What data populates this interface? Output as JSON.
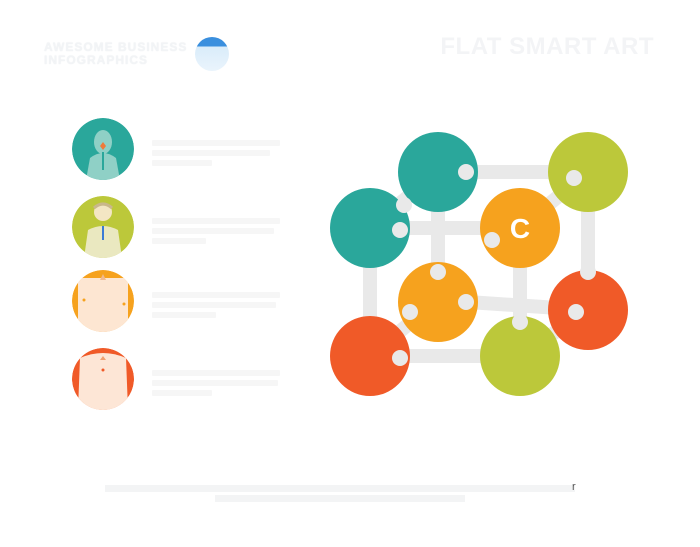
{
  "header": {
    "logo_line1": "AWESOME BUSINESS",
    "logo_line2": "INFOGRAPHICS",
    "title": "FLAT SMART ART",
    "badge_color": "#3a8fde"
  },
  "people": [
    {
      "name": "",
      "description": "",
      "avatar_color": "#2aa79b"
    },
    {
      "name": "",
      "description": "",
      "avatar_color": "#bcc83a"
    },
    {
      "name": "",
      "description": "",
      "avatar_color": "#f6a21e"
    },
    {
      "name": "",
      "description": "",
      "avatar_color": "#f05a28"
    }
  ],
  "diagram": {
    "center_label": "C",
    "node_colors": {
      "teal": "#2aa79b",
      "lime": "#bcc83a",
      "orange": "#f6a21e",
      "red": "#f05a28",
      "connector": "#e9e9e9"
    }
  },
  "footer": {
    "text": "",
    "trailing_char": "r"
  }
}
